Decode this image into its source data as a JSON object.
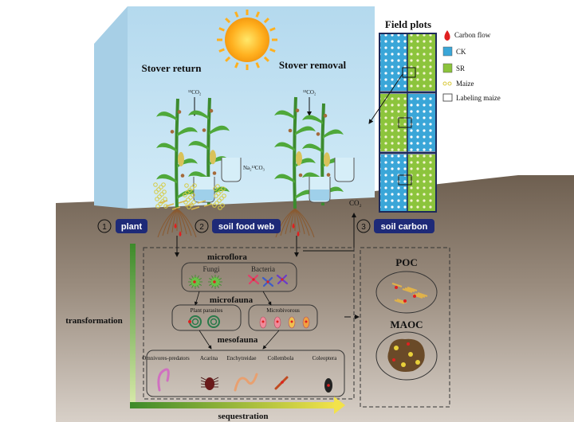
{
  "scene": {
    "left_title": "Stover return",
    "right_title": "Stover removal",
    "co2_label_left": "¹³CO₂",
    "co2_label_right": "¹³CO₂",
    "nahco3_label": "Na₂¹³CO₃",
    "co2_out": "CO₂"
  },
  "field_plots": {
    "title": "Field plots",
    "legend": [
      {
        "label": "Carbon flow",
        "icon": "red-drop-icon",
        "color": "#e02020"
      },
      {
        "label": "CK",
        "icon": "blue-square-icon",
        "color": "#3aa6d8"
      },
      {
        "label": "SR",
        "icon": "green-square-icon",
        "color": "#8cc43c"
      },
      {
        "label": "Maize",
        "icon": "yellow-circle-icon",
        "color": "#e8d84a"
      },
      {
        "label": "Labeling maize",
        "icon": "empty-square-icon",
        "color": "#ffffff"
      }
    ]
  },
  "stages": [
    {
      "num": "1",
      "label": "plant"
    },
    {
      "num": "2",
      "label": "soil food web"
    },
    {
      "num": "3",
      "label": "soil carbon"
    }
  ],
  "food_web": {
    "microflora": "microflora",
    "fungi": "Fungi",
    "bacteria": "Bacteria",
    "microfauna": "microfauna",
    "plant_parasites": "Plant parasites",
    "microbivorous": "Microbivorous",
    "mesofauna": "mesofauna",
    "mesofauna_groups": [
      "Omnivores-predators",
      "Acarina",
      "Enchytreidae",
      "Collembola",
      "Coleoptera"
    ]
  },
  "soil_carbon": {
    "poc": "POC",
    "maoc": "MAOC"
  },
  "axes": {
    "vertical": "transformation",
    "horizontal": "sequestration"
  },
  "colors": {
    "sky": "#bfe0f0",
    "soil_top": "#7a6a58",
    "soil_bottom": "#c9bfb5",
    "stage_label_bg": "#1e2a78",
    "ck": "#3aa6d8",
    "sr": "#8cc43c",
    "carbon": "#e02020"
  }
}
